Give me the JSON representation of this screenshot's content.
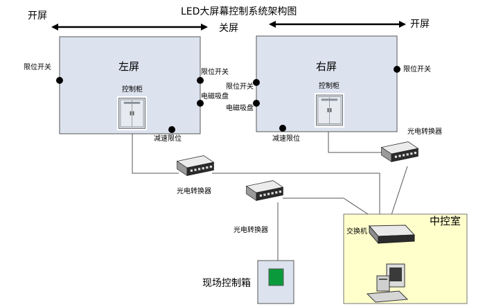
{
  "title": "LED大屏幕控制系统架构图",
  "arrows": {
    "left_open": "开屏",
    "close": "关屏",
    "right_open": "开屏"
  },
  "left_screen": {
    "name": "左屏",
    "cabinet": "控制柜",
    "limit_left": "限位开关",
    "limit_right": "限位开关",
    "magnet": "电磁吸盘",
    "decel": "减速限位"
  },
  "right_screen": {
    "name": "右屏",
    "cabinet": "控制柜",
    "limit_left": "限位开关",
    "limit_right": "限位开关",
    "magnet": "电磁吸盘",
    "decel": "减速限位"
  },
  "converters": {
    "left": "光电转换器",
    "right": "光电转换器",
    "center": "光电转换器"
  },
  "control_room": {
    "name": "中控室",
    "switch": "交换机"
  },
  "field_box": {
    "name": "现场控制箱"
  },
  "colors": {
    "screen_fill": "#dde2ef",
    "control_room_fill": "#ffffcc",
    "field_box_fill": "#dde2ef",
    "field_indicator": "#0a9a3c",
    "cabinet_fill": "#d8dde3",
    "converter_body": "#e0e0e0",
    "converter_dark": "#2b2b2b"
  },
  "icons": {
    "cabinet": "control-cabinet-icon",
    "converter": "optical-converter-icon",
    "switch": "network-switch-icon",
    "computer": "desktop-computer-icon"
  }
}
